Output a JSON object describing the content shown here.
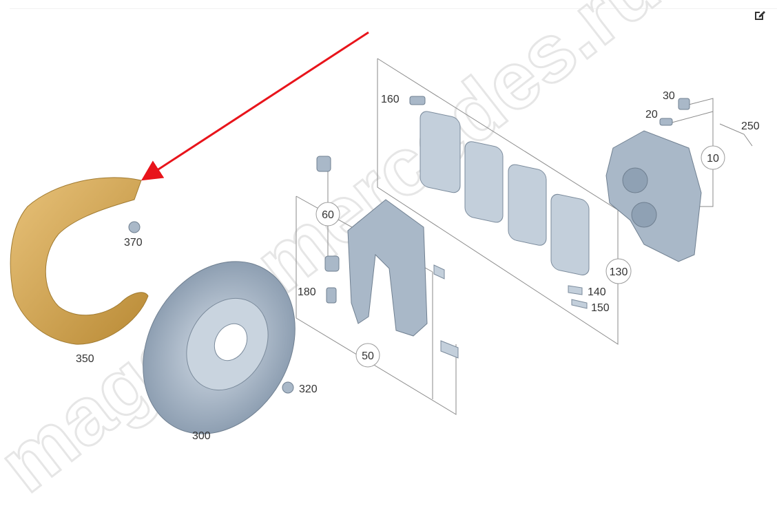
{
  "watermark": "magazinmercedes.ru",
  "edit_icon": "edit-icon",
  "callouts": [
    {
      "id": "160",
      "circled": false
    },
    {
      "id": "30",
      "circled": false
    },
    {
      "id": "20",
      "circled": false
    },
    {
      "id": "250",
      "circled": false
    },
    {
      "id": "10",
      "circled": true
    },
    {
      "id": "60",
      "circled": true
    },
    {
      "id": "370",
      "circled": false
    },
    {
      "id": "130",
      "circled": true
    },
    {
      "id": "140",
      "circled": false
    },
    {
      "id": "150",
      "circled": false
    },
    {
      "id": "180",
      "circled": false
    },
    {
      "id": "350",
      "circled": false
    },
    {
      "id": "50",
      "circled": true
    },
    {
      "id": "320",
      "circled": false
    },
    {
      "id": "300",
      "circled": false
    }
  ],
  "colors": {
    "arrow": "#e8141b",
    "shield": "#d9a84e",
    "parts": "#a9b8c8"
  }
}
